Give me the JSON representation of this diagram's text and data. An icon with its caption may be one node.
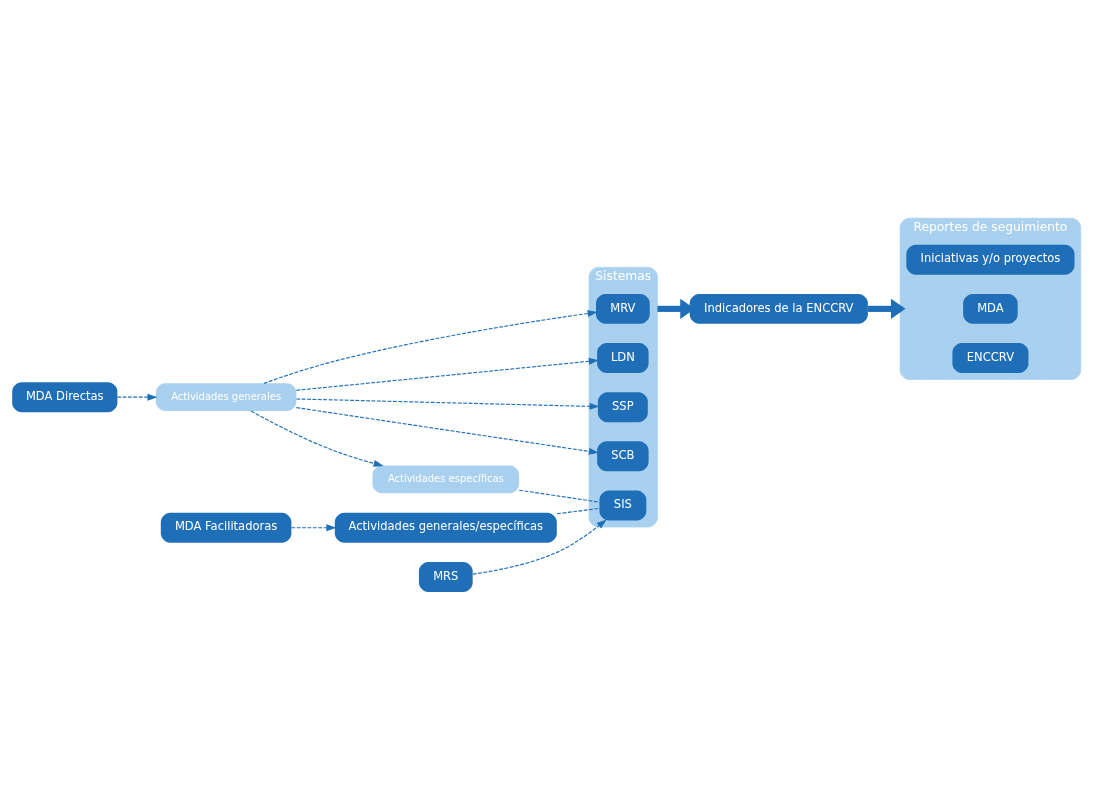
{
  "diagram": {
    "nodes": [
      {
        "text": [
          "MDA Directas"
        ]
      },
      {
        "text": [
          "Actividades generales"
        ]
      },
      {
        "text": [
          "Actividades específicas"
        ]
      },
      {
        "text": [
          "Sistemas"
        ]
      },
      {
        "text": [
          "SSP"
        ],
        "in": 3
      },
      {
        "text": [
          "SCB"
        ],
        "in": 3
      },
      {
        "text": [
          "MRV"
        ],
        "in": 3
      },
      {
        "text": [
          "LDN"
        ],
        "in": 3
      },
      {
        "text": [
          "SIS"
        ],
        "in": 3
      },
      {
        "text": [
          "Indicadores de la ENCCRV"
        ]
      },
      {
        "text": [
          "Reportes de seguimiento"
        ]
      },
      {
        "text": [
          "Iniciativas y/o proyectos"
        ],
        "in": 10
      },
      {
        "text": [
          "MDA"
        ],
        "in": 10
      },
      {
        "text": [
          "ENCCRV"
        ],
        "in": 10
      },
      {
        "text": [
          "MDA Facilitadoras"
        ]
      },
      {
        "text": [
          "Actividades generales/específicas"
        ]
      },
      {
        "text": [
          "MRS"
        ]
      }
    ],
    "edges": [
      {
        "from": 0,
        "to": 1,
        "arrow": "to",
        "style": "dashed"
      },
      {
        "from": 1,
        "to": 2,
        "arrow": "to",
        "style": "dashed"
      },
      {
        "from": 1,
        "to": 4,
        "arrow": "to",
        "style": "dashed"
      },
      {
        "from": 1,
        "to": 5,
        "arrow": "to",
        "style": "dashed"
      },
      {
        "from": 1,
        "to": 6,
        "arrow": "to",
        "style": "dashed"
      },
      {
        "from": 1,
        "to": 7,
        "arrow": "to",
        "style": "dashed"
      },
      {
        "from": 2,
        "to": 8,
        "arrow": "none",
        "style": "dashed"
      },
      {
        "from": 14,
        "to": 15,
        "arrow": "to",
        "style": "dashed"
      },
      {
        "from": 15,
        "to": 8,
        "arrow": "none",
        "style": "dashed"
      },
      {
        "from": 16,
        "to": 8,
        "arrow": "to",
        "style": "dashed"
      },
      {
        "from": 3,
        "to": 9,
        "arrow": "to",
        "style": "thick"
      },
      {
        "from": 9,
        "to": 10,
        "arrow": "to",
        "style": "thick"
      }
    ]
  }
}
